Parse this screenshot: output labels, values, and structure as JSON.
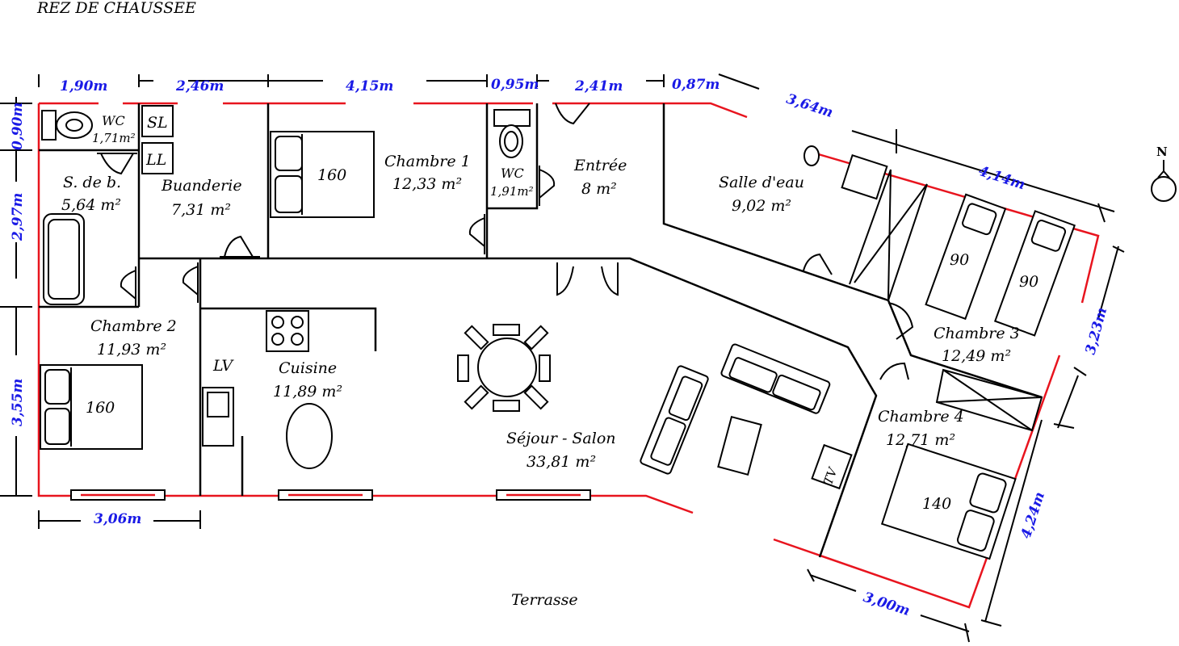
{
  "title": "REZ DE CHAUSSEE",
  "rooms": {
    "wc1": {
      "name": "WC",
      "area": "1,71m²"
    },
    "sdb": {
      "name": "S. de b.",
      "area": "5,64 m²"
    },
    "buanderie": {
      "name": "Buanderie",
      "area": "7,31 m²"
    },
    "chambre1": {
      "name": "Chambre 1",
      "area": "12,33 m²"
    },
    "wc2": {
      "name": "WC",
      "area": "1,91m²"
    },
    "entree": {
      "name": "Entrée",
      "area": "8 m²"
    },
    "salle_eau": {
      "name": "Salle d'eau",
      "area": "9,02 m²"
    },
    "chambre2": {
      "name": "Chambre 2",
      "area": "11,93 m²"
    },
    "cuisine": {
      "name": "Cuisine",
      "area": "11,89 m²"
    },
    "sejour": {
      "name": "Séjour - Salon",
      "area": "33,81 m²"
    },
    "chambre3": {
      "name": "Chambre 3",
      "area": "12,49 m²"
    },
    "chambre4": {
      "name": "Chambre 4",
      "area": "12,71 m²"
    },
    "terrasse": {
      "name": "Terrasse"
    }
  },
  "fixtures": {
    "sl": "SL",
    "ll": "LL",
    "lv": "LV",
    "tv": "TV"
  },
  "beds": {
    "chambre1": "160",
    "chambre2": "160",
    "chambre3a": "90",
    "chambre3b": "90",
    "chambre4": "140"
  },
  "dimensions": {
    "top": [
      "1,90m",
      "2,46m",
      "4,15m",
      "0,95m",
      "2,41m",
      "0,87m"
    ],
    "left": [
      "0,90m",
      "2,97m",
      "3,55m"
    ],
    "bottom_left": "3,06m",
    "diag_top": [
      "3,64m",
      "4,14m"
    ],
    "right": [
      "3,23m",
      "4,24m"
    ],
    "bottom_right": "3,00m"
  },
  "compass": "N",
  "colors": {
    "wall_exterior": "#e8141e",
    "dimension_text": "#1a1ae6",
    "wall_interior": "#000000"
  }
}
